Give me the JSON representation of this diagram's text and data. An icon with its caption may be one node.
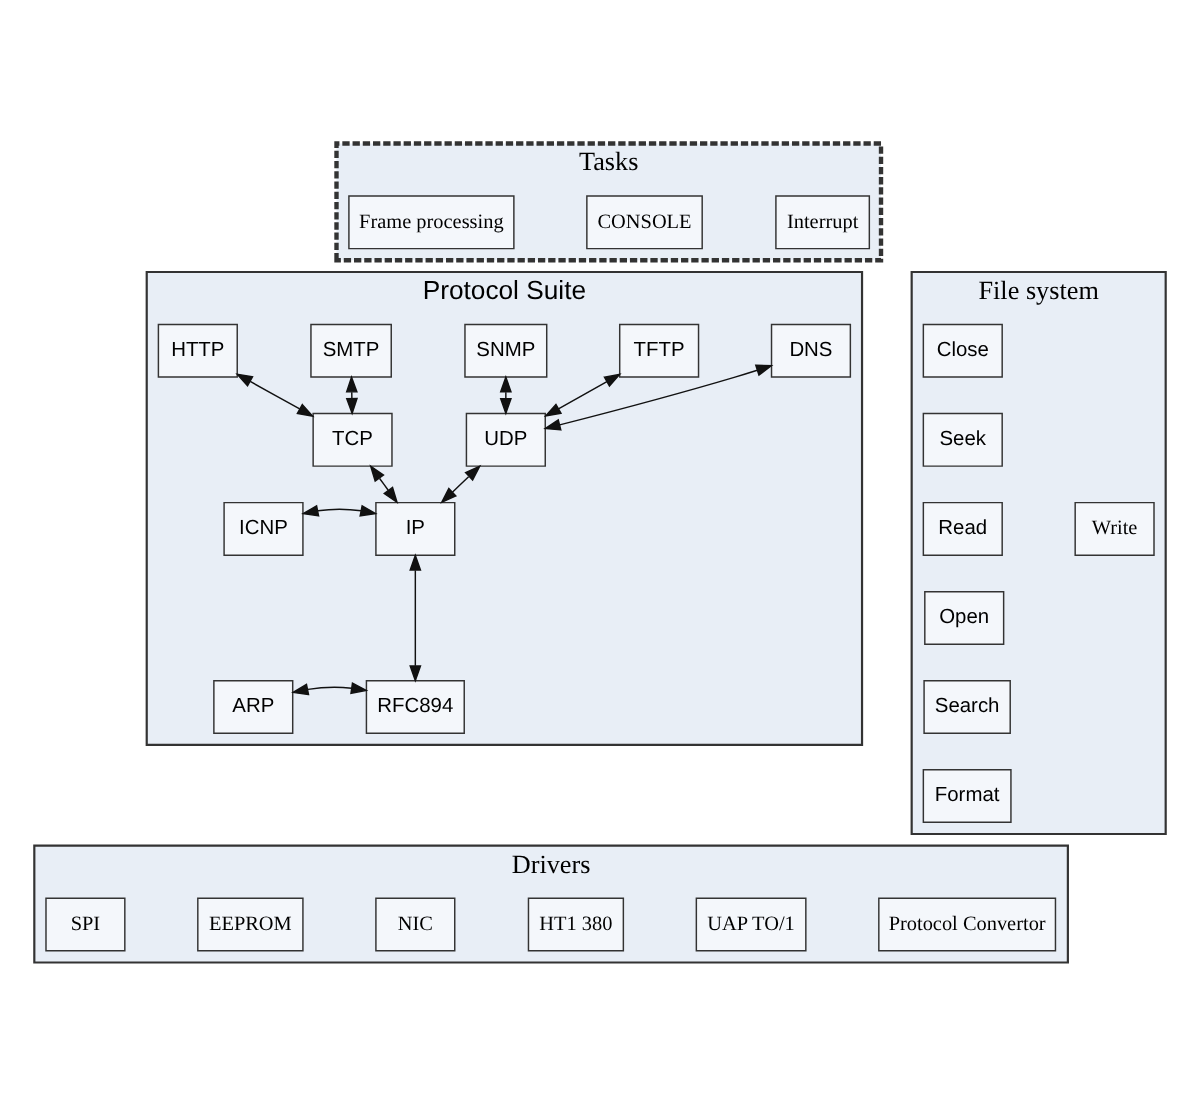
{
  "diagram": {
    "nodes": [
      {
        "text": [
          "Tasks"
        ]
      },
      {
        "text": [
          "Frame processing"
        ],
        "in": 0
      },
      {
        "text": [
          "CONSOLE"
        ],
        "in": 0
      },
      {
        "text": [
          "Interrupt"
        ],
        "in": 0
      },
      {
        "text": [
          "Protocol Suite"
        ]
      },
      {
        "text": [
          "HTTP"
        ],
        "in": 4
      },
      {
        "text": [
          "SMTP"
        ],
        "in": 4
      },
      {
        "text": [
          "SNMP"
        ],
        "in": 4
      },
      {
        "text": [
          "TFTP"
        ],
        "in": 4
      },
      {
        "text": [
          "DNS"
        ],
        "in": 4
      },
      {
        "text": [
          "TCP"
        ],
        "in": 4
      },
      {
        "text": [
          "UDP"
        ],
        "in": 4
      },
      {
        "text": [
          "ICNP"
        ],
        "in": 4
      },
      {
        "text": [
          "IP"
        ],
        "in": 4
      },
      {
        "text": [
          "ARP"
        ],
        "in": 4
      },
      {
        "text": [
          "RFC894"
        ],
        "in": 4
      },
      {
        "text": [
          "File system"
        ]
      },
      {
        "text": [
          "Close"
        ],
        "in": 16
      },
      {
        "text": [
          "Seek"
        ],
        "in": 16
      },
      {
        "text": [
          "Read"
        ],
        "in": 16
      },
      {
        "text": [
          "Write"
        ],
        "in": 16
      },
      {
        "text": [
          "Open"
        ],
        "in": 16
      },
      {
        "text": [
          "Search"
        ],
        "in": 16
      },
      {
        "text": [
          "Format"
        ],
        "in": 16
      },
      {
        "text": [
          "Drivers"
        ]
      },
      {
        "text": [
          "SPI"
        ],
        "in": 24
      },
      {
        "text": [
          "EEPROM"
        ],
        "in": 24
      },
      {
        "text": [
          "NIC"
        ],
        "in": 24
      },
      {
        "text": [
          "HT1 380"
        ],
        "in": 24
      },
      {
        "text": [
          "UAP TO/1"
        ],
        "in": 24
      },
      {
        "text": [
          "Protocol Convertor"
        ],
        "in": 24
      }
    ],
    "edges": [
      {
        "from": 5,
        "to": 10,
        "arrow": "both"
      },
      {
        "from": 6,
        "to": 10,
        "arrow": "both"
      },
      {
        "from": 7,
        "to": 11,
        "arrow": "both"
      },
      {
        "from": 8,
        "to": 11,
        "arrow": "both"
      },
      {
        "from": 9,
        "to": 11,
        "arrow": "both"
      },
      {
        "from": 10,
        "to": 13,
        "arrow": "both"
      },
      {
        "from": 11,
        "to": 13,
        "arrow": "both"
      },
      {
        "from": 12,
        "to": 13,
        "arrow": "both"
      },
      {
        "from": 13,
        "to": 15,
        "arrow": "both"
      },
      {
        "from": 14,
        "to": 15,
        "arrow": "both"
      }
    ]
  }
}
